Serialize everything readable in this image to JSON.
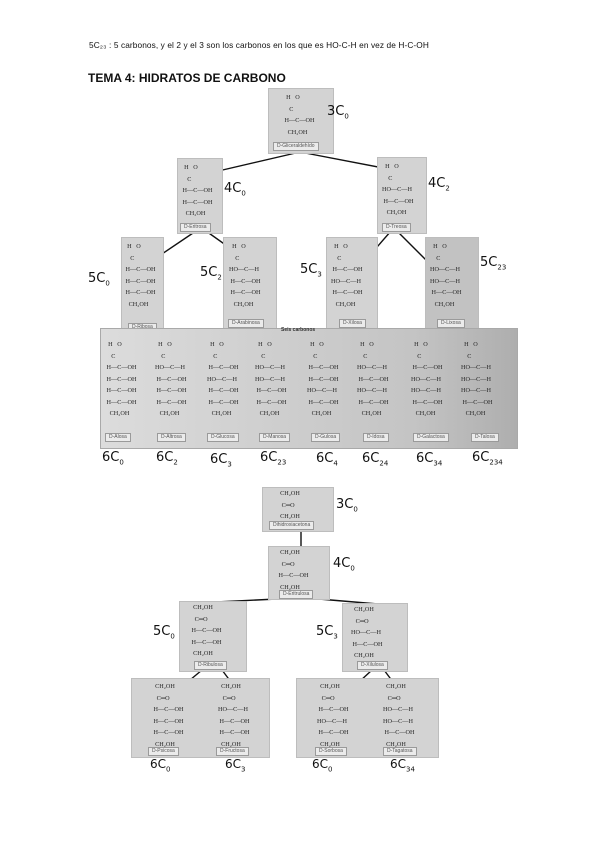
{
  "header_note": "5C₂₃ : 5 carbonos, y el 2 y el 3 son los carbonos en los que es HO-C-H en vez de H-C-OH",
  "title": "TEMA 4: HIDRATOS DE CARBONO",
  "aldoses": {
    "c3": {
      "label": "D-Gliceraldehído",
      "note": "3C",
      "sub": "0",
      "formula": "  H   O\n    C\n H—C—OH\n   CH₂OH"
    },
    "c4": [
      {
        "label": "D-Eritrosa",
        "note": "4C",
        "sub": "0",
        "formula": "  H   O\n    C\n H—C—OH\n H—C—OH\n   CH₂OH"
      },
      {
        "label": "D-Treosa",
        "note": "4C",
        "sub": "2",
        "formula": "  H   O\n    C\nHO—C—H\n H—C—OH\n   CH₂OH"
      }
    ],
    "c5": [
      {
        "label": "D-Ribosa",
        "note": "5C",
        "sub": "0",
        "formula": "  H   O\n    C\n H—C—OH\n H—C—OH\n H—C—OH\n   CH₂OH"
      },
      {
        "label": "D-Arabinosa",
        "note": "5C",
        "sub": "2",
        "formula": "  H   O\n    C\nHO—C—H\n H—C—OH\n H—C—OH\n   CH₂OH"
      },
      {
        "label": "D-Xilosa",
        "note": "5C",
        "sub": "3",
        "formula": "  H   O\n    C\n H—C—OH\nHO—C—H\n H—C—OH\n   CH₂OH"
      },
      {
        "label": "D-Lixosa",
        "note": "5C",
        "sub": "23",
        "formula": "  H   O\n    C\nHO—C—H\nHO—C—H\n H—C—OH\n   CH₂OH"
      }
    ],
    "six_label": "Seis carbonos",
    "c6": [
      {
        "label": "D-Alosa",
        "note": "6C",
        "sub": "0",
        "formula": "  H   O\n    C\n H—C—OH\n H—C—OH\n H—C—OH\n H—C—OH\n   CH₂OH"
      },
      {
        "label": "D-Altrosa",
        "note": "6C",
        "sub": "2",
        "formula": "  H   O\n    C\nHO—C—H\n H—C—OH\n H—C—OH\n H—C—OH\n   CH₂OH"
      },
      {
        "label": "D-Glucosa",
        "note": "6C",
        "sub": "3",
        "formula": "  H   O\n    C\n H—C—OH\nHO—C—H\n H—C—OH\n H—C—OH\n   CH₂OH"
      },
      {
        "label": "D-Manosa",
        "note": "6C",
        "sub": "23",
        "formula": "  H   O\n    C\nHO—C—H\nHO—C—H\n H—C—OH\n H—C—OH\n   CH₂OH"
      },
      {
        "label": "D-Gulosa",
        "note": "6C",
        "sub": "4",
        "formula": "  H   O\n    C\n H—C—OH\n H—C—OH\nHO—C—H\n H—C—OH\n   CH₂OH"
      },
      {
        "label": "D-Idosa",
        "note": "6C",
        "sub": "24",
        "formula": "  H   O\n    C\nHO—C—H\n H—C—OH\nHO—C—H\n H—C—OH\n   CH₂OH"
      },
      {
        "label": "D-Galactosa",
        "note": "6C",
        "sub": "34",
        "formula": "  H   O\n    C\n H—C—OH\nHO—C—H\nHO—C—H\n H—C—OH\n   CH₂OH"
      },
      {
        "label": "D-Talosa",
        "note": "6C",
        "sub": "234",
        "formula": "  H   O\n    C\nHO—C—H\nHO—C—H\nHO—C—H\n H—C—OH\n   CH₂OH"
      }
    ]
  },
  "ketoses": {
    "c3": {
      "label": "Dihidroxiacetona",
      "note": "3C",
      "sub": "0",
      "formula": "  CH₂OH\n   C═O\n  CH₂OH"
    },
    "c4": {
      "label": "D-Eritrulosa",
      "note": "4C",
      "sub": "0",
      "formula": "  CH₂OH\n   C═O\n H—C—OH\n  CH₂OH"
    },
    "c5": [
      {
        "label": "D-Ribulosa",
        "note": "5C",
        "sub": "0",
        "formula": "  CH₂OH\n   C═O\n H—C—OH\n H—C—OH\n  CH₂OH"
      },
      {
        "label": "D-Xilulosa",
        "note": "5C",
        "sub": "3",
        "formula": "  CH₂OH\n   C═O\nHO—C—H\n H—C—OH\n  CH₂OH"
      }
    ],
    "c6": [
      {
        "label": "D-Psicosa",
        "note": "6C",
        "sub": "0",
        "formula": "  CH₂OH\n   C═O\n H—C—OH\n H—C—OH\n H—C—OH\n  CH₂OH"
      },
      {
        "label": "D-Fructosa",
        "note": "6C",
        "sub": "3",
        "formula": "  CH₂OH\n   C═O\nHO—C—H\n H—C—OH\n H—C—OH\n  CH₂OH"
      },
      {
        "label": "D-Sorbosa",
        "note": "6C",
        "sub": "0",
        "formula": "  CH₂OH\n   C═O\n H—C—OH\nHO—C—H\n H—C—OH\n  CH₂OH"
      },
      {
        "label": "D-Tagatosa",
        "note": "6C",
        "sub": "34",
        "formula": "  CH₂OH\n   C═O\nHO—C—H\nHO—C—H\n H—C—OH\n  CH₂OH"
      }
    ]
  }
}
